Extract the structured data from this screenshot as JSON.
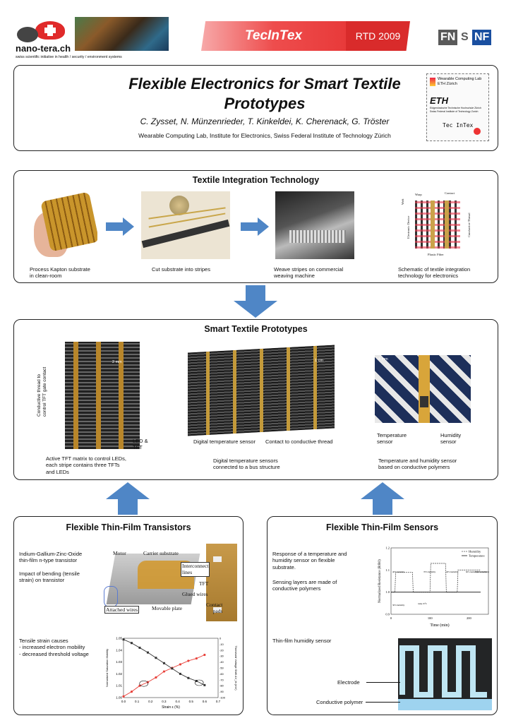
{
  "header": {
    "nanotera_logo": "nano-tera.ch",
    "nanotera_tagline": "swiss scientific initiative in health / security / environment systems",
    "project": "TecInTex",
    "program": "RTD 2009",
    "fns_logo_left": "FN",
    "fns_logo_right": "NF"
  },
  "title": {
    "main": "Flexible Electronics for Smart Textile Prototypes",
    "authors": "C. Zysset, N. Münzenrieder, T. Kinkeldei, K. Cherenack, G. Tröster",
    "affiliation": "Wearable Computing Lab, Institute for Electronics, Swiss Federal Institute of Technology Zürich"
  },
  "affil_logos": {
    "wcl_line1": "Wearable Computing Lab",
    "wcl_line2": "ETH Zürich",
    "eth": "ETH",
    "eth_line1": "Eidgenössische Technische Hochschule Zürich",
    "eth_line2": "Swiss Federal Institute of Technology Zurich",
    "tecintex": "Tec InTex"
  },
  "integration": {
    "title": "Textile Integration Technology",
    "steps": [
      {
        "caption": "Process Kapton substrate\nin clean-room"
      },
      {
        "caption": "Cut substrate into stripes"
      },
      {
        "caption": "Weave stripes on commercial\nweaving machine"
      },
      {
        "caption": "Schematic of textile integration\ntechnology for electronics"
      }
    ],
    "schematic_labels": {
      "warp": "Warp",
      "contact": "Contact",
      "weft": "Weft",
      "electronic_device": "Electronic Device",
      "conductive_thread": "Conductive Thread",
      "plastic_fiber": "Plastic Fiber"
    }
  },
  "prototypes": {
    "title": "Smart Textile Prototypes",
    "items": [
      {
        "caption": "Active TFT matrix to control LEDs,\neach stripe contains three TFTs\nand LEDs",
        "labels": [
          "Conductive thread to\ncontrol TFT gate contact",
          "LED &\nTFT",
          "2 mm"
        ]
      },
      {
        "caption": "Digital temperature sensors\nconnected to a bus structure",
        "labels": [
          "Digital temperature sensor",
          "Contact to conductive thread",
          "1 cm"
        ]
      },
      {
        "caption": "Temperature and humidity sensor\nbased on conductive polymers",
        "labels": [
          "Temperature\nsensor",
          "Humidity\nsensor",
          "4 mm"
        ]
      }
    ]
  },
  "transistors": {
    "title": "Flexible Thin-Film Transistors",
    "text1": "Indium-Gallium-Zinc-Oxide\nthin-film n-type transistor",
    "text2": "Impact of bending (tensile\nstrain) on transistor",
    "text3": "Tensile strain causes\n- increased electron mobility\n- decreased threshold voltage",
    "setup_labels": [
      "Motor",
      "Carrier substrate",
      "Interconnect\nlines",
      "TFT",
      "Glued wires",
      "Attached wires",
      "Movable plate",
      "Contact\npads"
    ]
  },
  "sensors": {
    "title": "Flexible Thin-Film Sensors",
    "text1": "Response of a temperature and\nhumidity sensor on flexible\nsubstrate.",
    "text2": "Sensing layers are made of\nconductive polymers",
    "text3": "Thin-film humidity sensor",
    "electrode_label": "Electrode",
    "polymer_label": "Conductive polymer",
    "humidity_annotations": [
      "40% humidity",
      "70% humidity",
      "40% humidity",
      "60% humidity",
      "40% humidity",
      "50% humidity",
      "30% humidity",
      "ramp 25°C"
    ]
  },
  "chart_data": [
    {
      "type": "line",
      "title": "",
      "xlabel": "Strain ε (%)",
      "ylabel": "Normalized Saturation Mobility",
      "ylabel_right": "Threshold Voltage Shift ΔV_th (mV)",
      "xlim": [
        0.0,
        0.7
      ],
      "ylim": [
        1.0,
        1.05
      ],
      "ylim_right": [
        -100,
        0
      ],
      "x_ticks": [
        "0.0",
        "0.1",
        "0.2",
        "0.3",
        "0.4",
        "0.5",
        "0.6",
        "0.7"
      ],
      "y_ticks": [
        "1.00",
        "1.01",
        "1.02",
        "1.03",
        "1.04",
        "1.05"
      ],
      "y_ticks_right": [
        "0",
        "-10",
        "-20",
        "-30",
        "-40",
        "-50",
        "-60",
        "-70",
        "-80",
        "-90",
        "-100"
      ],
      "series": [
        {
          "x": [
            0.0,
            0.06,
            0.12,
            0.18,
            0.24,
            0.3,
            0.36,
            0.42,
            0.48,
            0.54,
            0.6
          ],
          "values": [
            1.001,
            1.005,
            1.01,
            1.013,
            1.017,
            1.022,
            1.025,
            1.028,
            1.031,
            1.033,
            1.036
          ],
          "axis": "left",
          "color": "#e8413a"
        },
        {
          "x": [
            0.0,
            0.06,
            0.12,
            0.18,
            0.24,
            0.3,
            0.36,
            0.42,
            0.48,
            0.54,
            0.6
          ],
          "values": [
            -2,
            -8,
            -16,
            -24,
            -33,
            -42,
            -51,
            -60,
            -67,
            -72,
            -79
          ],
          "axis": "right",
          "color": "#333333"
        }
      ]
    },
    {
      "type": "line",
      "title": "",
      "xlabel": "Time (min)",
      "ylabel": "Normalized Resistance (R/R0)",
      "xlim": [
        0,
        250
      ],
      "ylim": [
        0.9,
        1.2
      ],
      "x_ticks": [
        "0",
        "100",
        "200"
      ],
      "y_ticks": [
        "0.9",
        "1.0",
        "1.1",
        "1.2"
      ],
      "series": [
        {
          "name": "Humidity",
          "x": [
            0,
            10,
            12,
            55,
            57,
            100,
            102,
            140,
            142,
            170,
            172,
            230
          ],
          "values": [
            1.0,
            1.0,
            1.09,
            1.09,
            1.0,
            1.0,
            1.13,
            1.13,
            1.0,
            1.0,
            1.1,
            1.1
          ],
          "color": "#555555",
          "dash": true
        },
        {
          "name": "Temperature",
          "x": [
            0,
            230
          ],
          "values": [
            1.0,
            1.0
          ],
          "color": "#111111",
          "dash": false
        }
      ],
      "legend": "top-right"
    }
  ]
}
